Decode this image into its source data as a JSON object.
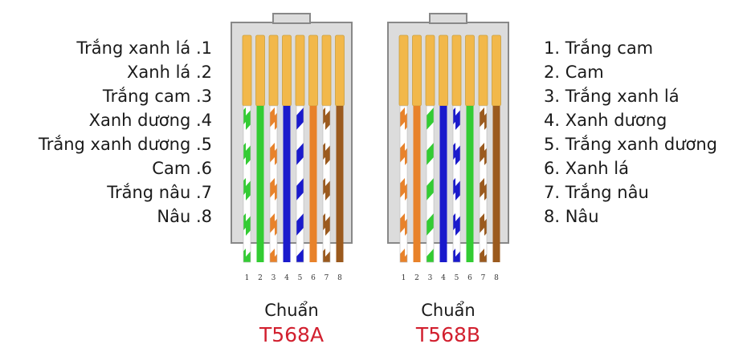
{
  "colors": {
    "white": "#ffffff",
    "green": "#33cc33",
    "orange": "#e8822a",
    "blue": "#1a1acc",
    "brown": "#9b5a1e",
    "contact": "#f2b84a",
    "connector_body": "#dcdcdc"
  },
  "connectors": [
    {
      "id": "t568a",
      "caption": "Chuẩn",
      "standard": "T568A",
      "pin_numbers": [
        "1",
        "2",
        "3",
        "4",
        "5",
        "6",
        "7",
        "8"
      ],
      "wires": [
        {
          "color": "green",
          "striped": true
        },
        {
          "color": "green",
          "striped": false
        },
        {
          "color": "orange",
          "striped": true
        },
        {
          "color": "blue",
          "striped": false
        },
        {
          "color": "blue",
          "striped": true
        },
        {
          "color": "orange",
          "striped": false
        },
        {
          "color": "brown",
          "striped": true
        },
        {
          "color": "brown",
          "striped": false
        }
      ]
    },
    {
      "id": "t568b",
      "caption": "Chuẩn",
      "standard": "T568B",
      "pin_numbers": [
        "1",
        "2",
        "3",
        "4",
        "5",
        "6",
        "7",
        "8"
      ],
      "wires": [
        {
          "color": "orange",
          "striped": true
        },
        {
          "color": "orange",
          "striped": false
        },
        {
          "color": "green",
          "striped": true
        },
        {
          "color": "blue",
          "striped": false
        },
        {
          "color": "blue",
          "striped": true
        },
        {
          "color": "green",
          "striped": false
        },
        {
          "color": "brown",
          "striped": true
        },
        {
          "color": "brown",
          "striped": false
        }
      ]
    }
  ],
  "left_labels": [
    "Trắng xanh lá .1",
    "Xanh lá .2",
    "Trắng cam .3",
    "Xanh dương .4",
    "Trắng xanh dương .5",
    "Cam .6",
    "Trắng nâu .7",
    "Nâu .8"
  ],
  "right_labels": [
    "1. Trắng cam",
    "2. Cam",
    "3. Trắng xanh lá",
    "4. Xanh dương",
    "5. Trắng xanh dương",
    "6. Xanh lá",
    "7. Trắng nâu",
    "8. Nâu"
  ]
}
